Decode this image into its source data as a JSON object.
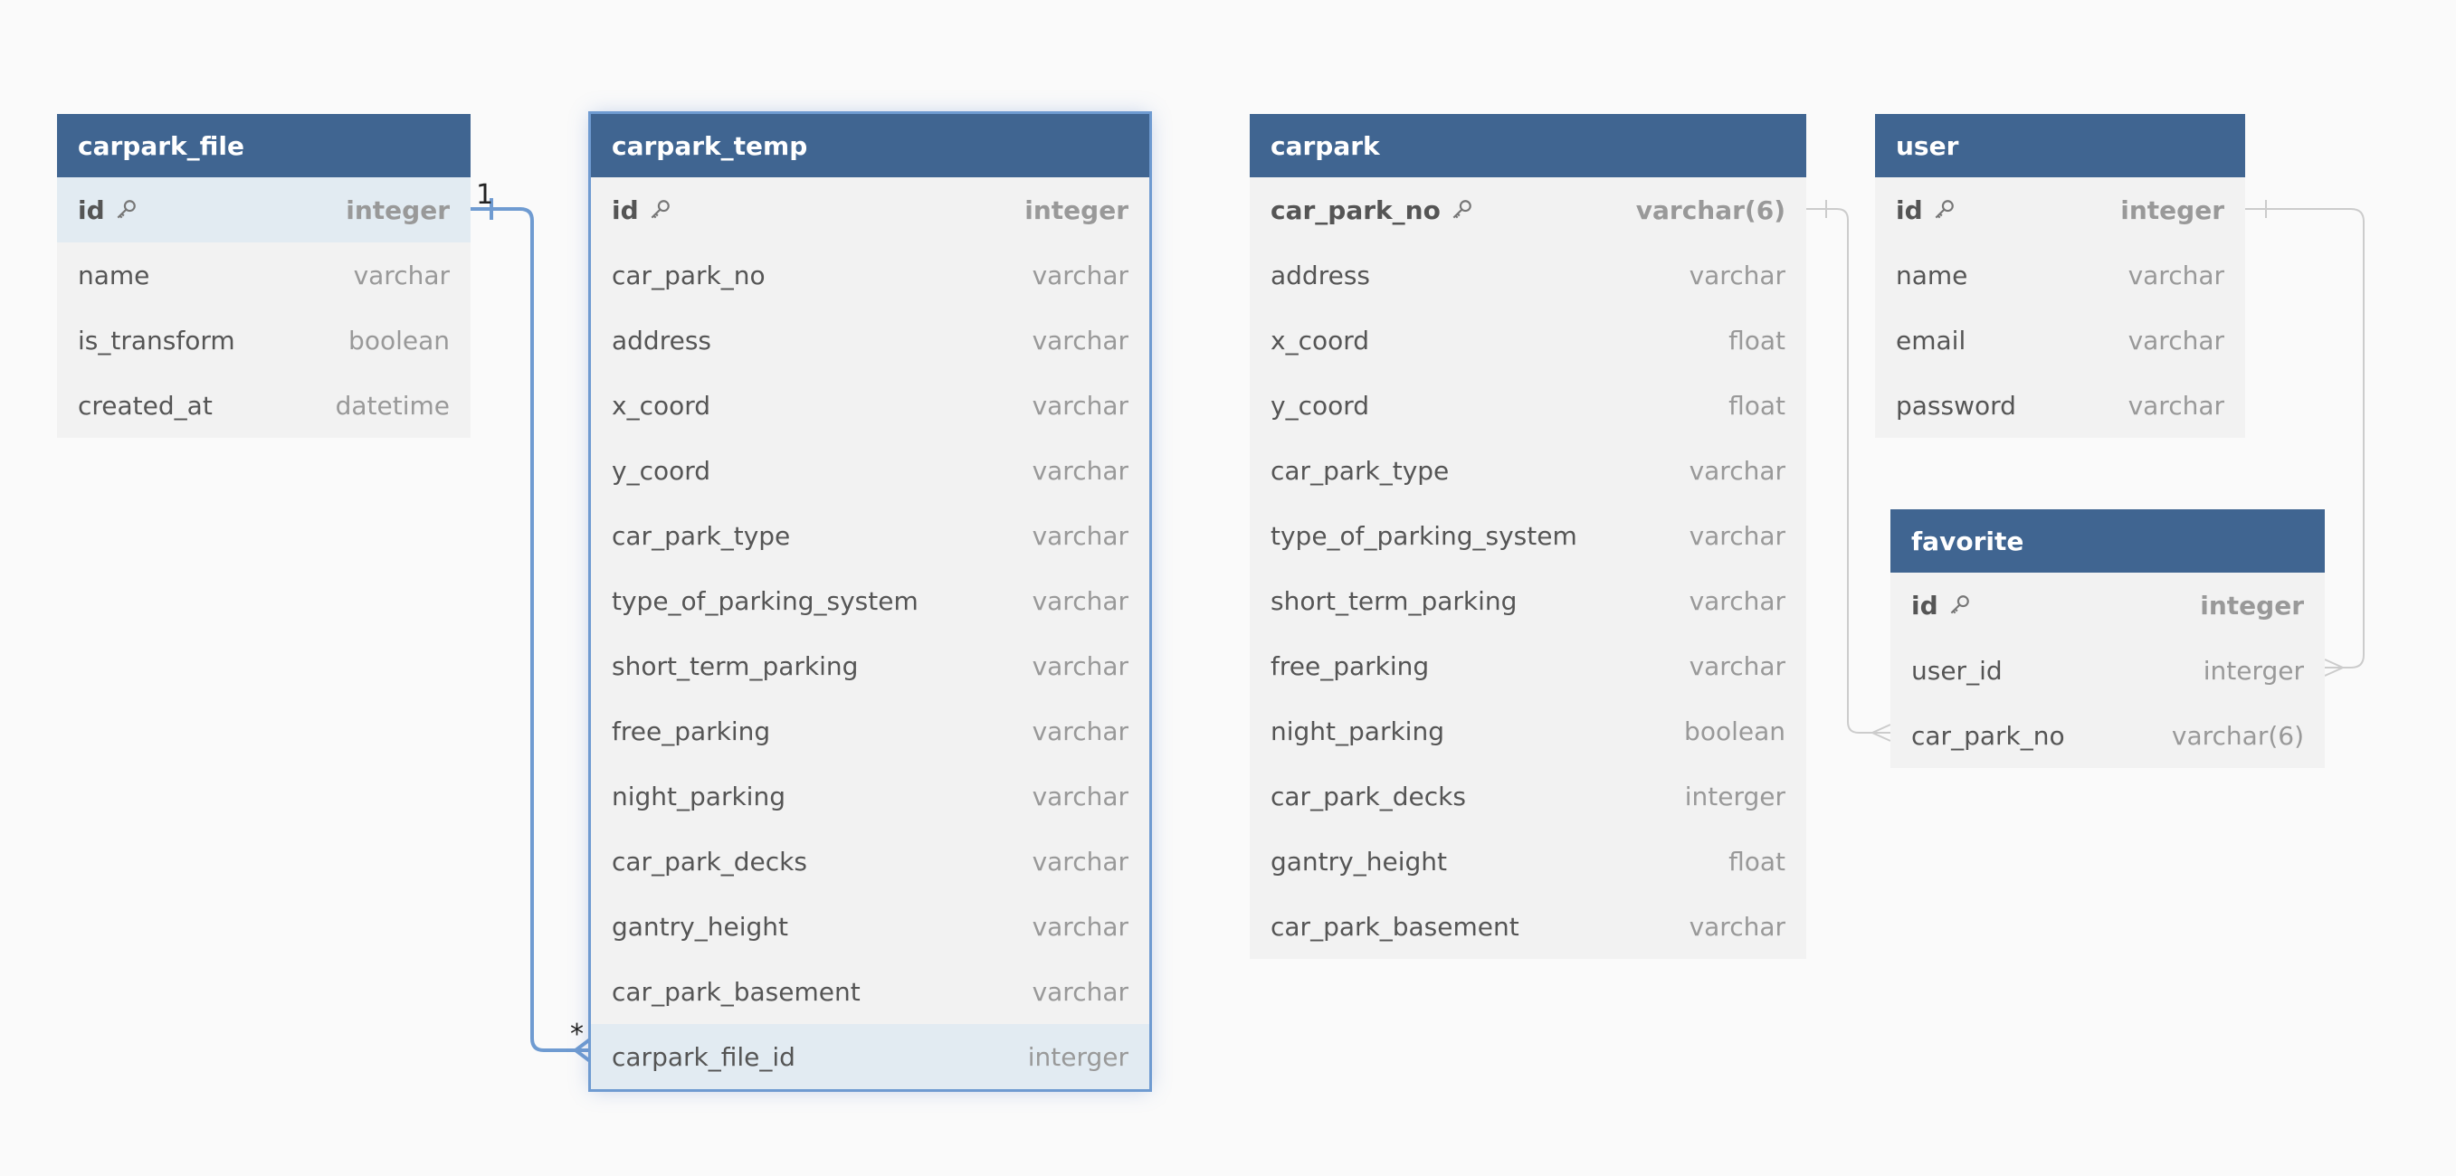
{
  "tables": [
    {
      "name": "carpark_file",
      "fields": [
        {
          "name": "id",
          "type": "integer",
          "pk": true
        },
        {
          "name": "name",
          "type": "varchar"
        },
        {
          "name": "is_transform",
          "type": "boolean"
        },
        {
          "name": "created_at",
          "type": "datetime"
        }
      ]
    },
    {
      "name": "carpark_temp",
      "fields": [
        {
          "name": "id",
          "type": "integer",
          "pk": true
        },
        {
          "name": "car_park_no",
          "type": "varchar"
        },
        {
          "name": "address",
          "type": "varchar"
        },
        {
          "name": "x_coord",
          "type": "varchar"
        },
        {
          "name": "y_coord",
          "type": "varchar"
        },
        {
          "name": "car_park_type",
          "type": "varchar"
        },
        {
          "name": "type_of_parking_system",
          "type": "varchar"
        },
        {
          "name": "short_term_parking",
          "type": "varchar"
        },
        {
          "name": "free_parking",
          "type": "varchar"
        },
        {
          "name": "night_parking",
          "type": "varchar"
        },
        {
          "name": "car_park_decks",
          "type": "varchar"
        },
        {
          "name": "gantry_height",
          "type": "varchar"
        },
        {
          "name": "car_park_basement",
          "type": "varchar"
        },
        {
          "name": "carpark_file_id",
          "type": "interger"
        }
      ]
    },
    {
      "name": "carpark",
      "fields": [
        {
          "name": "car_park_no",
          "type": "varchar(6)",
          "pk": true
        },
        {
          "name": "address",
          "type": "varchar"
        },
        {
          "name": "x_coord",
          "type": "float"
        },
        {
          "name": "y_coord",
          "type": "float"
        },
        {
          "name": "car_park_type",
          "type": "varchar"
        },
        {
          "name": "type_of_parking_system",
          "type": "varchar"
        },
        {
          "name": "short_term_parking",
          "type": "varchar"
        },
        {
          "name": "free_parking",
          "type": "varchar"
        },
        {
          "name": "night_parking",
          "type": "boolean"
        },
        {
          "name": "car_park_decks",
          "type": "interger"
        },
        {
          "name": "gantry_height",
          "type": "float"
        },
        {
          "name": "car_park_basement",
          "type": "varchar"
        }
      ]
    },
    {
      "name": "user",
      "fields": [
        {
          "name": "id",
          "type": "integer",
          "pk": true
        },
        {
          "name": "name",
          "type": "varchar"
        },
        {
          "name": "email",
          "type": "varchar"
        },
        {
          "name": "password",
          "type": "varchar"
        }
      ]
    },
    {
      "name": "favorite",
      "fields": [
        {
          "name": "id",
          "type": "integer",
          "pk": true
        },
        {
          "name": "user_id",
          "type": "interger"
        },
        {
          "name": "car_park_no",
          "type": "varchar(6)"
        }
      ]
    }
  ],
  "relationships": [
    {
      "from": "carpark_file.id",
      "to": "carpark_temp.carpark_file_id",
      "from_label": "1",
      "to_label": "*",
      "highlighted": true
    },
    {
      "from": "carpark.car_park_no",
      "to": "favorite.car_park_no",
      "highlighted": false
    },
    {
      "from": "user.id",
      "to": "favorite.user_id",
      "highlighted": false
    }
  ],
  "colors": {
    "header": "#406591",
    "body": "#f2f2f2",
    "highlight_row": "#e2ebf2",
    "selected_link": "#6f9bd1",
    "link": "#cccccc"
  }
}
